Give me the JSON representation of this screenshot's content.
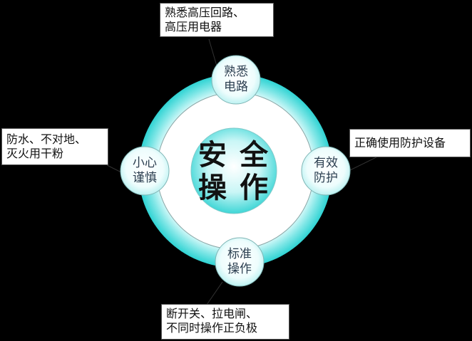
{
  "center": {
    "line1": "安 全",
    "line2": "操 作"
  },
  "nodes": {
    "top": {
      "line1": "熟悉",
      "line2": "电路"
    },
    "right": {
      "line1": "有效",
      "line2": "防护"
    },
    "bottom": {
      "line1": "标准",
      "line2": "操作"
    },
    "left": {
      "line1": "小心",
      "line2": "谨慎"
    }
  },
  "callouts": {
    "top": {
      "line1": "熟悉高压回路、",
      "line2": "高压用电器"
    },
    "right": {
      "line1": "正确使用防护设备"
    },
    "bottom": {
      "line1": "断开关、拉电闸、",
      "line2": "不同时操作正负极"
    },
    "left": {
      "line1": "防水、不对地、",
      "line2": "灭火用干粉"
    }
  },
  "colors": {
    "background": "#000000",
    "ring_teal": "#2fd3d3",
    "ring_light": "#dffcfc",
    "node_fill": "#f2fefe",
    "callout_fill": "#ffffff"
  }
}
